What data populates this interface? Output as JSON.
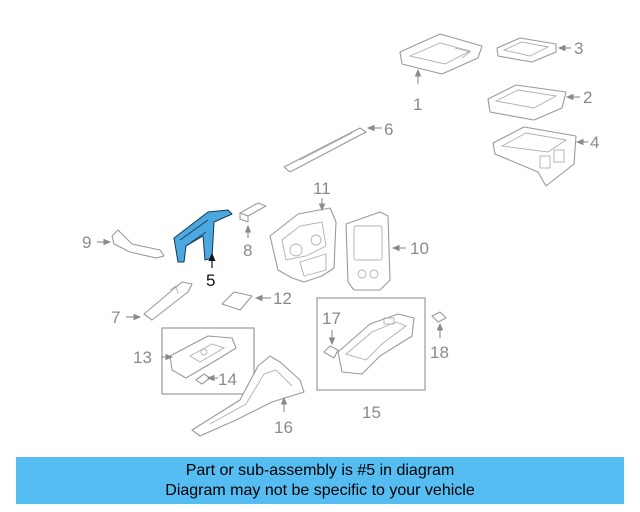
{
  "callouts": {
    "c1": "1",
    "c2": "2",
    "c3": "3",
    "c4": "4",
    "c5": "5",
    "c6": "6",
    "c7": "7",
    "c8": "8",
    "c9": "9",
    "c10": "10",
    "c11": "11",
    "c12": "12",
    "c13": "13",
    "c14": "14",
    "c15": "15",
    "c16": "16",
    "c17": "17",
    "c18": "18"
  },
  "highlight": {
    "part_number": "5",
    "color": "#4ea8e0"
  },
  "colors": {
    "banner": "#55bdf2",
    "line": "#9a9a9a",
    "label": "#8a8a8a"
  },
  "banner": {
    "line1": "Part or sub-assembly is #5 in diagram",
    "line2": "Diagram may not be specific to your vehicle"
  }
}
